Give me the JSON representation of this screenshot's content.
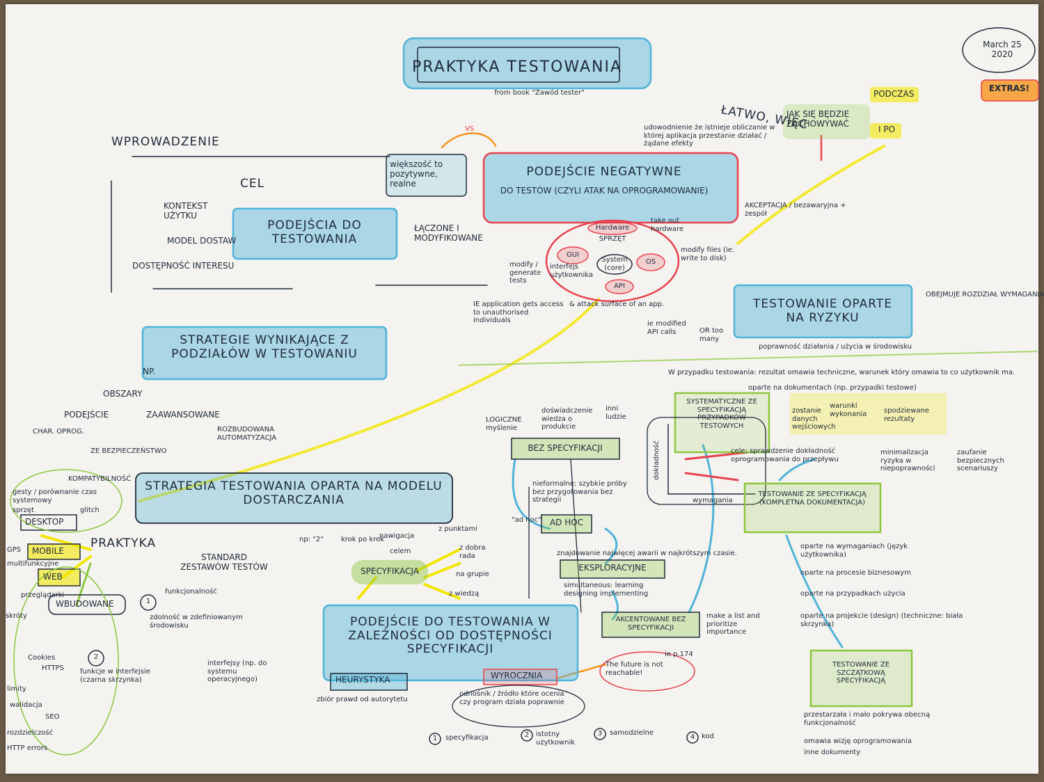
{
  "title": "PRAKTYKA TESTOWANIA",
  "title_sub": "from book \"Zawód tester\"",
  "date": "March 25 2020",
  "extra_badge": "EXTRAS!",
  "wprowadzenie": "WPROWADZENIE",
  "cel": "CEL",
  "podejscia": {
    "title": "PODEJŚCIA DO TESTOWANIA",
    "left_items": [
      "KONTEKST UŻYTKU",
      "MODEL DOSTAW",
      "DOSTĘPNOŚĆ INTERESU"
    ],
    "right_item": "ŁĄCZONE I MODYFIKOWANE"
  },
  "wiekszosc": "większość to pozytywne, realne",
  "vs": "VS",
  "negatywne": {
    "title": "PODEJŚCIE NEGATYWNE",
    "subtitle": "DO TESTÓW (CZYLI ATAK NA OPROGRAMOWANIE)"
  },
  "udowodnienie": "udowodnienie że istnieje obliczanie w której aplikacja przestanie działać / żądane efekty",
  "latwo": "ŁATWO, WIĘC",
  "jak_sie": "JAK SIĘ BĘDZIE ZACHOWYWAĆ",
  "podczas": "PODCZAS",
  "i_po": "I PO",
  "akceptacja": "AKCEPTACJA / bezawaryjna + zespół",
  "attack_nodes": [
    "Hardware",
    "SPRZĘT",
    "GUI",
    "System (core)",
    "OS",
    "API"
  ],
  "attack_notes": [
    "take out hardware",
    "modify files (ie. write to disk)",
    "modify / generate tests",
    "interfejs użytkownika",
    "IE application gets access to unauthorised individuals",
    "& attack surface of an app.",
    "ie modified API calls",
    "OR too many"
  ],
  "ryzyko": {
    "title": "TESTOWANIE OPARTE NA RYZYKU",
    "right": "OBEJMUJE ROZDZIAŁ WYMAGANIA",
    "below": "poprawność działania / użycia w środowisku"
  },
  "strategie": "STRATEGIE WYNIKAJĄCE Z PODZIAŁÓW W TESTOWANIU",
  "np": "NP.",
  "obszary": [
    "OBSZARY",
    "PODEJŚCIE",
    "ZAAWANSOWANE",
    "CHAR. OPROG.",
    "ROZBUDOWANA AUTOMATYZACJA",
    "ZE BEZPIECZEŃSTWO"
  ],
  "model_title": "STRATEGIA TESTOWANIA OPARTA NA MODELU DOSTARCZANIA",
  "kompat": "KOMPATYBILNOŚĆ",
  "left_cluster": [
    "DESKTOP",
    "MOBILE",
    "WEB",
    "WBUDOWANE"
  ],
  "left_notes": [
    "sprzęt",
    "gesty / porównanie czas systemowy",
    "glitch",
    "GPS",
    "multifunkcyjne",
    "przeglądarki",
    "skróty",
    "Cookies",
    "HTTPS",
    "walidacja",
    "rozdzielczość",
    "HTTP errors",
    "SEO",
    "limity"
  ],
  "praktyka": "PRAKTYKA",
  "standard": "STANDARD ZESTAWÓW TESTÓW",
  "std_items": [
    "funkcjonalność",
    "zdolność w zdefiniowanym środowisku",
    "funkcje w interfejsie (czarna skrzynka)",
    "interfejsy (np. do systemu operacyjnego)"
  ],
  "circle_nums": [
    "1",
    "2"
  ],
  "specyfikacja": "SPECYFIKACJA",
  "spec_prefix": "np: \"2\"",
  "spec_rays": [
    "krok po krok",
    "nawigacja",
    "celem",
    "z punktami",
    "z dobra rada",
    "na grupie",
    "z wiedzą"
  ],
  "bez_spec": {
    "title": "BEZ SPECYFIKACJI",
    "notes": [
      "LOGICZNE myślenie",
      "doświadczenie wiedza o produkcie",
      "inni ludzie"
    ]
  },
  "adhoc": {
    "title": "AD HOC",
    "prefix": "\"ad hoc\"",
    "note": "nieformalne: szybkie próby bez przygotowania bez strategii"
  },
  "eksplor": {
    "title": "EKSPLORACYJNE",
    "note": "znajdowanie najwięcej awarii w najkrótszym czasie.",
    "sub": "simultaneous: learning designing implementing"
  },
  "akcent": {
    "title": "AKCENTOWANE BEZ SPECYFIKACJI",
    "note": "make a list and prioritize importance"
  },
  "dostep_title": "PODEJŚCIE DO TESTOWANIA W ZALEŻNOŚCI OD DOSTĘPNOŚCI SPECYFIKACJI",
  "heurystyka": "HEURYSTYKA",
  "wyrocznia": "WYROCZNIA",
  "heur_note": "zbiór prawd od autorytetu",
  "wyr_note": "odnośnik / źródło które ocenia czy program działa poprawnie",
  "ie_p": "ie p.174",
  "future": "The future is not reachable!",
  "sources": [
    "specyfikacja",
    "istotny użytkownik",
    "samodzielne",
    "kod"
  ],
  "sources_nums": [
    "1",
    "2",
    "3",
    "4"
  ],
  "systemat": {
    "title": "SYSTEMATYCZNE ZE SPECYFIKACJĄ PRZYPADKÓW TESTOWYCH",
    "top": "W przypadku testowania: rezultat omawia techniczne, warunek który omawia to co użytkownik ma.",
    "top2": "oparte na dokumentach (np. przypadki testowe)",
    "cele": "cele: sprawdzenie dokładność oprogramowania do przepływu",
    "axis_y": "dokładność",
    "axis_x": "wymagania",
    "flow": [
      "zostanie danych wejściowych",
      "warunki wykonania",
      "spodziewane rezultaty"
    ],
    "min": "minimalizacja ryzyka w niepoprawności",
    "zad": "zaufanie bezpiecznych scenariuszy"
  },
  "kompletna": "TESTOWANIE ZE SPECYFIKACJĄ (KOMPLETNA DOKUMENTACJA)",
  "kompletna_list": [
    "oparte na wymaganiach (język użytkownika)",
    "oparte na procesie biznesowym",
    "oparte na przypadkach użycia",
    "oparte na projekcie (design) (techniczne: biała skrzynka)"
  ],
  "szczatkowa": "TESTOWANIE ZE SZCZĄTKOWĄ SPECYFIKACJĄ",
  "szczat_list": [
    "przestarzała i mało pokrywa obecną funkcjonalność",
    "omawia wizję oprogramowania",
    "inne dokumenty"
  ],
  "colors": {
    "blue": "#4fb3d9",
    "green": "#8dc63f",
    "yellow": "#f2e600",
    "red": "#e8414f",
    "orange": "#f7941d",
    "ink": "#1f2a3a"
  }
}
